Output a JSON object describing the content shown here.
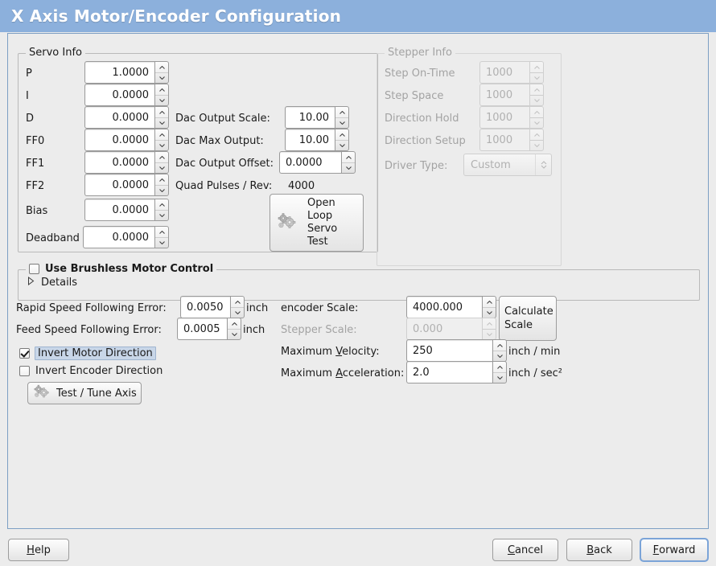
{
  "window": {
    "title": "X Axis Motor/Encoder Configuration",
    "accent": "#8cb0dc",
    "background": "#ececec"
  },
  "servo_info": {
    "legend": "Servo Info",
    "rows": [
      {
        "label": "P",
        "value": "1.0000"
      },
      {
        "label": "I",
        "value": "0.0000"
      },
      {
        "label": "D",
        "value": "0.0000"
      },
      {
        "label": "FF0",
        "value": "0.0000"
      },
      {
        "label": "FF1",
        "value": "0.0000"
      },
      {
        "label": "FF2",
        "value": "0.0000"
      },
      {
        "label": "Bias",
        "value": "0.0000"
      },
      {
        "label": "Deadband",
        "value": "0.0000"
      }
    ],
    "dac": [
      {
        "label": "Dac Output Scale:",
        "value": "10.00"
      },
      {
        "label": "Dac Max Output:",
        "value": "10.00"
      },
      {
        "label": "Dac Output Offset:",
        "value": "0.0000"
      }
    ],
    "quad_pulses_label": "Quad Pulses / Rev:",
    "quad_pulses_value": "4000",
    "open_loop_button": {
      "line1": "Open",
      "line2": "Loop",
      "line3": "Servo",
      "line4": "Test",
      "icon": "gears-icon"
    }
  },
  "stepper_info": {
    "legend": "Stepper Info",
    "enabled": false,
    "rows": [
      {
        "label": "Step On-Time",
        "value": "1000"
      },
      {
        "label": "Step Space",
        "value": "1000"
      },
      {
        "label": "Direction Hold",
        "value": "1000"
      },
      {
        "label": "Direction Setup",
        "value": "1000"
      }
    ],
    "driver_type_label": "Driver Type:",
    "driver_type_value": "Custom"
  },
  "brushless": {
    "checkbox_label": "Use Brushless Motor Control",
    "checked": false,
    "details_label": "Details",
    "details_expanded": false
  },
  "tuning": {
    "rapid_label": "Rapid Speed Following Error:",
    "rapid_value": "0.0050",
    "rapid_unit": "inch",
    "feed_label": "Feed Speed Following Error:",
    "feed_value": "0.0005",
    "feed_unit": "inch",
    "invert_motor_label": "Invert Motor Direction",
    "invert_motor_checked": true,
    "invert_encoder_label": "Invert Encoder Direction",
    "invert_encoder_checked": false,
    "test_tune_label": "Test / Tune Axis",
    "test_tune_icon": "gears-icon"
  },
  "scales": {
    "encoder_label": "encoder Scale:",
    "encoder_value": "4000.000",
    "stepper_label": "Stepper Scale:",
    "stepper_value": "0.000",
    "stepper_enabled": false,
    "calculate_line1": "Calculate",
    "calculate_line2": "Scale",
    "max_velocity_label_pre": "Maximum ",
    "max_velocity_mnemonic": "V",
    "max_velocity_label_post": "elocity:",
    "max_velocity_value": "250",
    "max_velocity_unit": "inch / min",
    "max_accel_label_pre": "Maximum ",
    "max_accel_mnemonic": "A",
    "max_accel_label_post": "cceleration:",
    "max_accel_value": "2.0",
    "max_accel_unit": "inch / sec²"
  },
  "footer": {
    "help_mnemonic": "H",
    "help_rest": "elp",
    "cancel_mnemonic": "C",
    "cancel_rest": "ancel",
    "back_mnemonic": "B",
    "back_rest": "ack",
    "forward_mnemonic": "F",
    "forward_rest": "orward",
    "focused": "forward"
  }
}
